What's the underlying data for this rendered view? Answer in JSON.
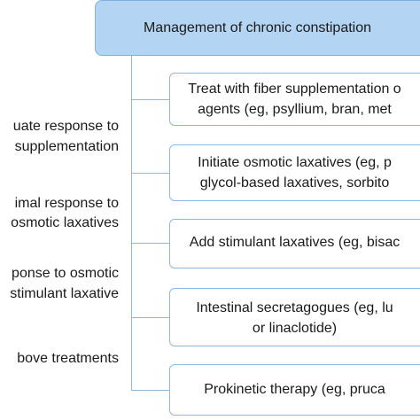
{
  "header": {
    "title": "Management of chronic constipation"
  },
  "steps": [
    {
      "line1": "Treat with fiber supplementation o",
      "line2": "agents (eg, psyllium, bran, met"
    },
    {
      "line1": "Initiate osmotic laxatives (eg, p",
      "line2": "glycol-based laxatives, sorbito"
    },
    {
      "line1": "Add stimulant laxatives (eg, bisac"
    },
    {
      "line1": "Intestinal secretagogues (eg, lu",
      "line2": "or linaclotide)"
    },
    {
      "line1": "Prokinetic therapy (eg, pruca"
    }
  ],
  "conditions": [
    {
      "line1": "uate response to",
      "line2": "supplementation"
    },
    {
      "line1": "imal response to",
      "line2": "osmotic laxatives"
    },
    {
      "line1": "ponse to osmotic",
      "line2": "stimulant laxative"
    },
    {
      "line1": "bove treatments"
    }
  ]
}
